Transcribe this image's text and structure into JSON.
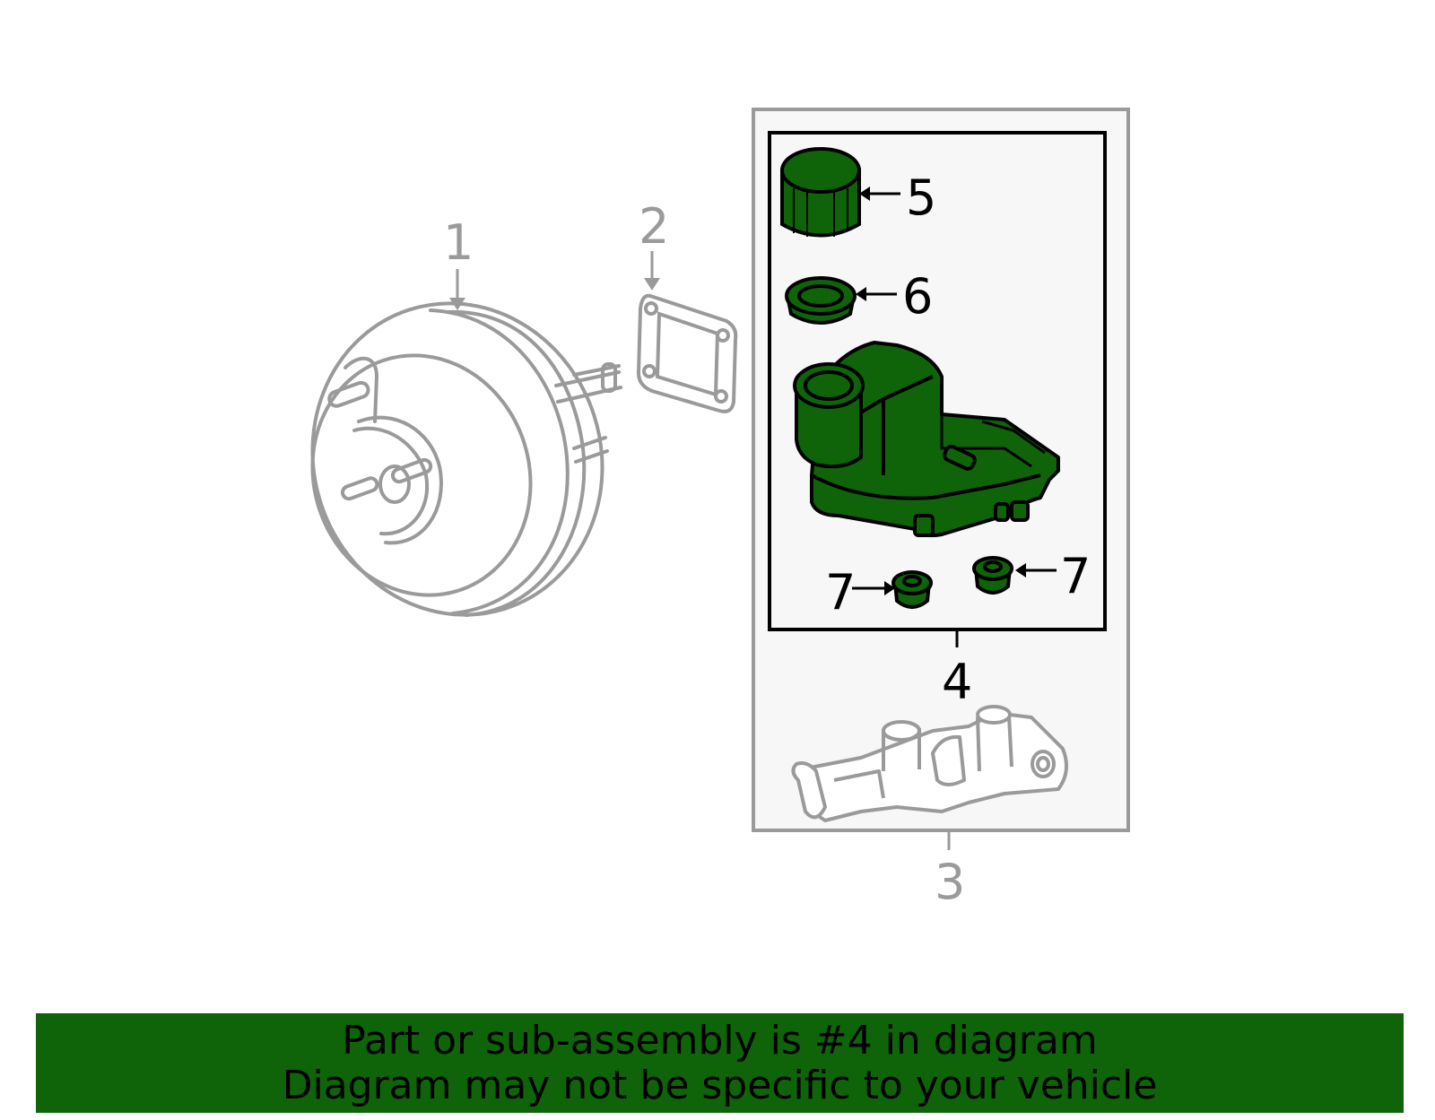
{
  "colors": {
    "part_fill": "#0f640a",
    "part_outline": "#000000",
    "context_line": "#9a9a9a",
    "panel_bg": "#f7f7f7",
    "banner_bg": "#0f640a"
  },
  "callouts": {
    "c1": "1",
    "c2": "2",
    "c3": "3",
    "c4": "4",
    "c5": "5",
    "c6": "6",
    "c7a": "7",
    "c7b": "7"
  },
  "parts": {
    "p1": "brake-booster",
    "p2": "booster-gasket",
    "p3": "master-cylinder",
    "p4": "reservoir-assembly",
    "p5": "reservoir-cap",
    "p6": "strainer",
    "p7": "grommet"
  },
  "banner": {
    "line1": "Part or sub-assembly is #4 in diagram",
    "line2": "Diagram may not be specific to your vehicle"
  }
}
